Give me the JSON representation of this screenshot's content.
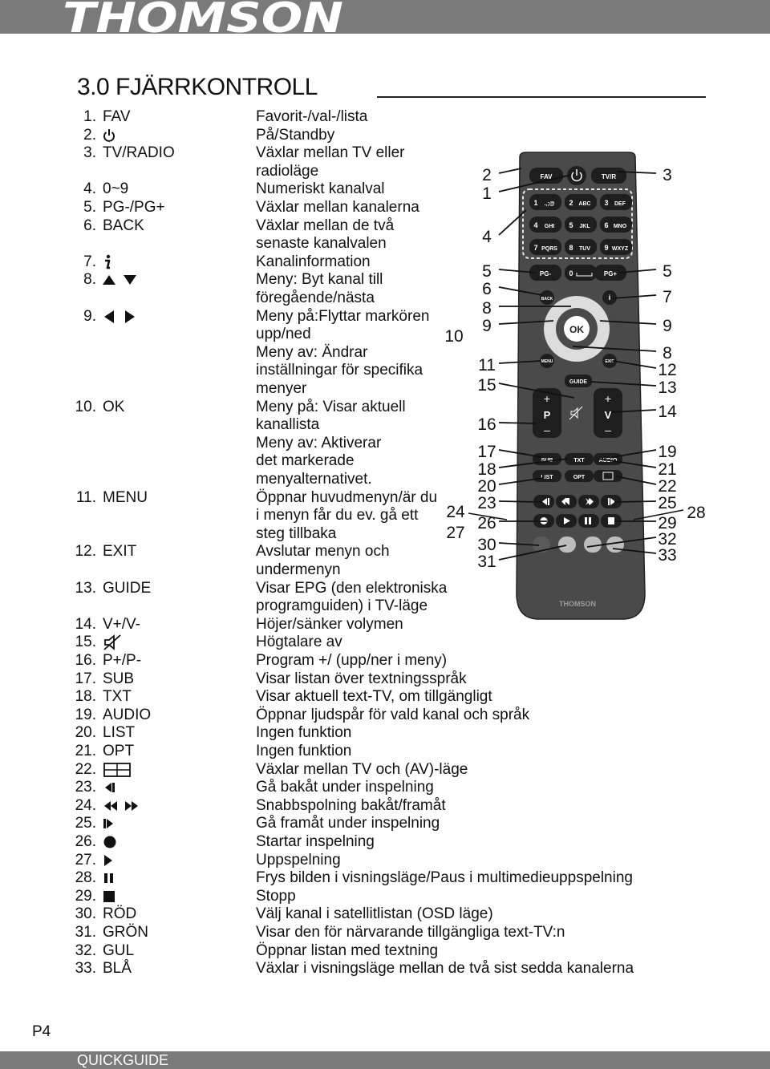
{
  "header": {
    "brand": "THOMSON"
  },
  "section": {
    "title": "3.0 FJÄRRKONTROLL"
  },
  "rows": [
    {
      "n": "1.",
      "k": "FAV",
      "d": "Favorit-/val-/lista"
    },
    {
      "n": "2.",
      "k": "",
      "d": "På/Standby",
      "icon": "power-icon"
    },
    {
      "n": "3.",
      "k": "TV/RADIO",
      "d": "Växlar mellan TV eller"
    },
    {
      "n": "",
      "k": "",
      "d": "radioläge"
    },
    {
      "n": "4.",
      "k": "0~9",
      "d": "Numeriskt kanalval"
    },
    {
      "n": "5.",
      "k": "PG-/PG+",
      "d": "Växlar mellan kanalerna"
    },
    {
      "n": "6.",
      "k": "BACK",
      "d": "Växlar mellan de två"
    },
    {
      "n": "",
      "k": "",
      "d": "senaste kanalvalen"
    },
    {
      "n": "7.",
      "k": "",
      "d": "Kanalinformation",
      "icon": "info-icon"
    },
    {
      "n": "8.",
      "k": "",
      "d": "Meny: Byt kanal till",
      "icon": "up-down-arrows-icon"
    },
    {
      "n": "",
      "k": "",
      "d": "föregående/nästa"
    },
    {
      "n": "9.",
      "k": "",
      "d": "Meny på:Flyttar markören",
      "icon": "left-right-arrows-icon"
    },
    {
      "n": "",
      "k": "",
      "d": "upp/ned"
    },
    {
      "n": "",
      "k": "",
      "d": "Meny av: Ändrar"
    },
    {
      "n": "",
      "k": "",
      "d": "inställningar för specifika"
    },
    {
      "n": "",
      "k": "",
      "d": "menyer"
    },
    {
      "n": "10.",
      "k": "OK",
      "d": "Meny på: Visar aktuell"
    },
    {
      "n": "",
      "k": "",
      "d": "kanallista"
    },
    {
      "n": "",
      "k": "",
      "d": "Meny av: Aktiverar"
    },
    {
      "n": "",
      "k": "",
      "d": "det markerade"
    },
    {
      "n": "",
      "k": "",
      "d": "menyalternativet."
    },
    {
      "n": "11.",
      "k": "MENU",
      "d": "Öppnar huvudmenyn/är du"
    },
    {
      "n": "",
      "k": "",
      "d": "i menyn får du ev. gå ett"
    },
    {
      "n": "",
      "k": "",
      "d": "steg tillbaka"
    },
    {
      "n": "12.",
      "k": "EXIT",
      "d": "Avslutar menyn och"
    },
    {
      "n": "",
      "k": "",
      "d": "undermenyn"
    },
    {
      "n": "13.",
      "k": "GUIDE",
      "d": "Visar EPG (den elektroniska"
    },
    {
      "n": "",
      "k": "",
      "d": "programguiden) i TV-läge"
    },
    {
      "n": "14.",
      "k": "V+/V-",
      "d": "Höjer/sänker volymen"
    },
    {
      "n": "15.",
      "k": "",
      "d": "Högtalare av",
      "icon": "mute-icon"
    },
    {
      "n": "16.",
      "k": "P+/P-",
      "d": "Program +/ (upp/ner i meny)"
    },
    {
      "n": "17.",
      "k": "SUB",
      "d": "Visar listan över textningsspråk"
    },
    {
      "n": "18.",
      "k": "TXT",
      "d": "Visar aktuell text-TV, om tillgängligt"
    },
    {
      "n": "19.",
      "k": "AUDIO",
      "d": "Öppnar ljudspår för vald kanal och språk"
    },
    {
      "n": "20.",
      "k": "LIST",
      "d": "Ingen funktion"
    },
    {
      "n": "21.",
      "k": "OPT",
      "d": "Ingen funktion"
    },
    {
      "n": "22.",
      "k": "",
      "d": "Växlar mellan TV och (AV)-läge",
      "icon": "aspect-icon"
    },
    {
      "n": "23.",
      "k": "",
      "d": "Gå bakåt under inspelning",
      "icon": "step-back-icon"
    },
    {
      "n": "24.",
      "k": "",
      "d": "Snabbspolning bakåt/framåt",
      "icon": "rewind-forward-icon"
    },
    {
      "n": "25.",
      "k": "",
      "d": "Gå framåt under inspelning",
      "icon": "step-forward-icon"
    },
    {
      "n": "26.",
      "k": "",
      "d": "Startar inspelning",
      "icon": "record-icon"
    },
    {
      "n": "27.",
      "k": "",
      "d": "Uppspelning",
      "icon": "play-icon"
    },
    {
      "n": "28.",
      "k": "",
      "d": "Frys bilden i visningsläge/Paus i multimedieuppspelning",
      "icon": "pause-icon"
    },
    {
      "n": "29.",
      "k": "",
      "d": "Stopp",
      "icon": "stop-icon"
    },
    {
      "n": "30.",
      "k": "RÖD",
      "d": "Välj kanal i satellitlistan (OSD läge)"
    },
    {
      "n": "31.",
      "k": "GRÖN",
      "d": "Visar den för närvarande tillgängliga text-TV:n"
    },
    {
      "n": "32.",
      "k": "GUL",
      "d": "Öppnar listan med textning"
    },
    {
      "n": "33.",
      "k": "BLÅ",
      "d": "Växlar i visningsläge mellan de två sist sedda kanalerna"
    }
  ],
  "remote": {
    "callouts_left": [
      "2",
      "1",
      "4",
      "5",
      "6",
      "8",
      "9",
      "10",
      "11",
      "15",
      "16",
      "17",
      "18",
      "20",
      "23",
      "24",
      "26",
      "27",
      "30",
      "31"
    ],
    "callouts_right": [
      "3",
      "5",
      "7",
      "9",
      "8",
      "12",
      "13",
      "14",
      "19",
      "21",
      "22",
      "25",
      "28",
      "29",
      "32",
      "33"
    ],
    "button_labels": {
      "fav": "FAV",
      "tvr": "TV/R",
      "pgminus": "PG-",
      "pgplus": "PG+",
      "back": "BACK",
      "ok": "OK",
      "menu": "MENU",
      "exit": "EXIT",
      "guide": "GUIDE",
      "sub": "SUB",
      "txt": "TXT",
      "audio": "AUDIO",
      "list": "LIST",
      "opt": "OPT",
      "p": "P",
      "v": "V",
      "plus": "+",
      "minus": "–",
      "zero": "0",
      "k1": "1",
      "k1s": ".,;@",
      "k2": "2",
      "k2s": "ABC",
      "k3": "3",
      "k3s": "DEF",
      "k4": "4",
      "k4s": "GHI",
      "k5": "5",
      "k5s": "JKL",
      "k6": "6",
      "k6s": "MNO",
      "k7": "7",
      "k7s": "PQRS",
      "k8": "8",
      "k8s": "TUV",
      "k9": "9",
      "k9s": "WXYZ",
      "info": "i",
      "brand": "THOMSON"
    },
    "colors": {
      "body": "#4a4a4a",
      "button": "#1e1e1e",
      "keys": "#ffffff",
      "colorkey": "#bdbdbd"
    }
  },
  "footer": {
    "page": "P4",
    "label": "QUICKGUIDE"
  }
}
